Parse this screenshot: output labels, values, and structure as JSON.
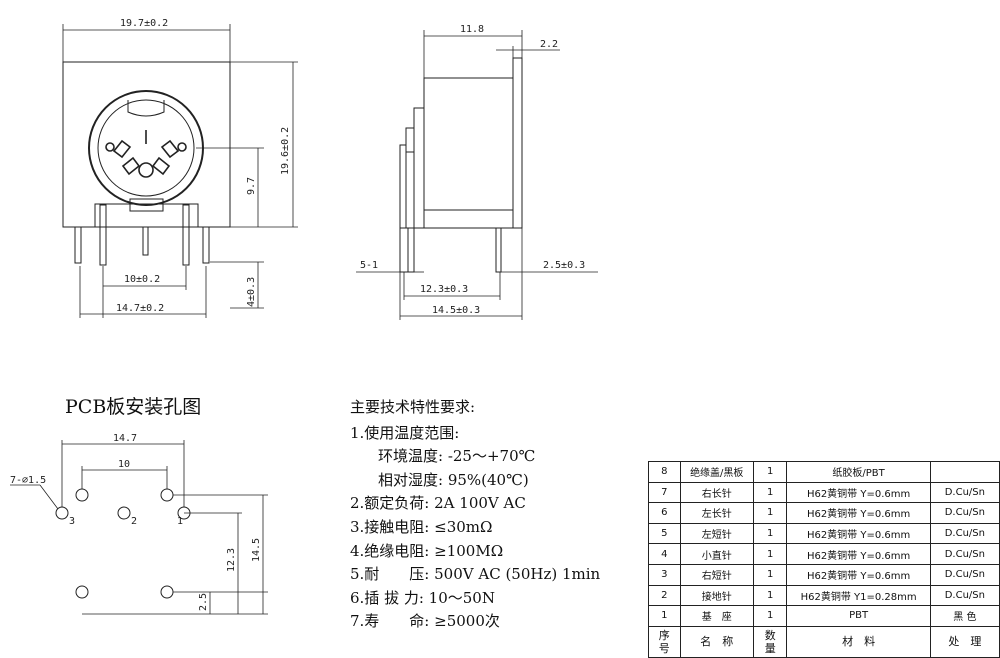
{
  "front_view": {
    "width_dim": "19.7±0.2",
    "height_dim": "19.6±0.2",
    "center_dim": "9.7",
    "pin_spacing_dim": "10±0.2",
    "pin_span_dim": "14.7±0.2",
    "pin_length_dim": "4±0.3"
  },
  "side_view": {
    "depth_dim": "11.8",
    "flange_dim": "2.2",
    "pin_thickness_dim": "5-1",
    "tab_dim": "2.5±0.3",
    "pin_offset_dim": "12.3±0.3",
    "overall_dim": "14.5±0.3"
  },
  "pcb": {
    "title": "PCB板安装孔图",
    "width_dim": "14.7",
    "inner_dim": "10",
    "hole_dim": "7-⌀1.5",
    "height_dim": "14.5",
    "mid_dim": "12.3",
    "offset_dim": "2.5",
    "pin_labels": [
      "3",
      "2",
      "1"
    ]
  },
  "specs": {
    "heading": "主要技术特性要求:",
    "lines": [
      "1.使用温度范围:",
      "环境温度: -25～+70℃",
      "相对湿度: 95%(40℃)",
      "2.额定负荷: 2A 100V AC",
      "3.接触电阻: ≤30mΩ",
      "4.绝缘电阻: ≥100MΩ",
      "5.耐　　压: 500V AC (50Hz) 1min",
      "6.插 拔 力: 10～50N",
      "7.寿　　命: ≥5000次"
    ]
  },
  "bom": {
    "rows": [
      {
        "no": "8",
        "name": "绝缘盖/黑板",
        "qty": "1",
        "material": "纸胶板/PBT",
        "finish": ""
      },
      {
        "no": "7",
        "name": "右长针",
        "qty": "1",
        "material": "H62黄铜带 Y=0.6mm",
        "finish": "D.Cu/Sn"
      },
      {
        "no": "6",
        "name": "左长针",
        "qty": "1",
        "material": "H62黄铜带 Y=0.6mm",
        "finish": "D.Cu/Sn"
      },
      {
        "no": "5",
        "name": "左短针",
        "qty": "1",
        "material": "H62黄铜带 Y=0.6mm",
        "finish": "D.Cu/Sn"
      },
      {
        "no": "4",
        "name": "小直针",
        "qty": "1",
        "material": "H62黄铜带 Y=0.6mm",
        "finish": "D.Cu/Sn"
      },
      {
        "no": "3",
        "name": "右短针",
        "qty": "1",
        "material": "H62黄铜带 Y=0.6mm",
        "finish": "D.Cu/Sn"
      },
      {
        "no": "2",
        "name": "接地针",
        "qty": "1",
        "material": "H62黄铜带 Y1=0.28mm",
        "finish": "D.Cu/Sn"
      },
      {
        "no": "1",
        "name": "基　座",
        "qty": "1",
        "material": "PBT",
        "finish": "黑 色"
      }
    ],
    "header": {
      "no": "序\n号",
      "name": "名　称",
      "qty": "数\n量",
      "material": "材　料",
      "finish": "处　理"
    }
  }
}
